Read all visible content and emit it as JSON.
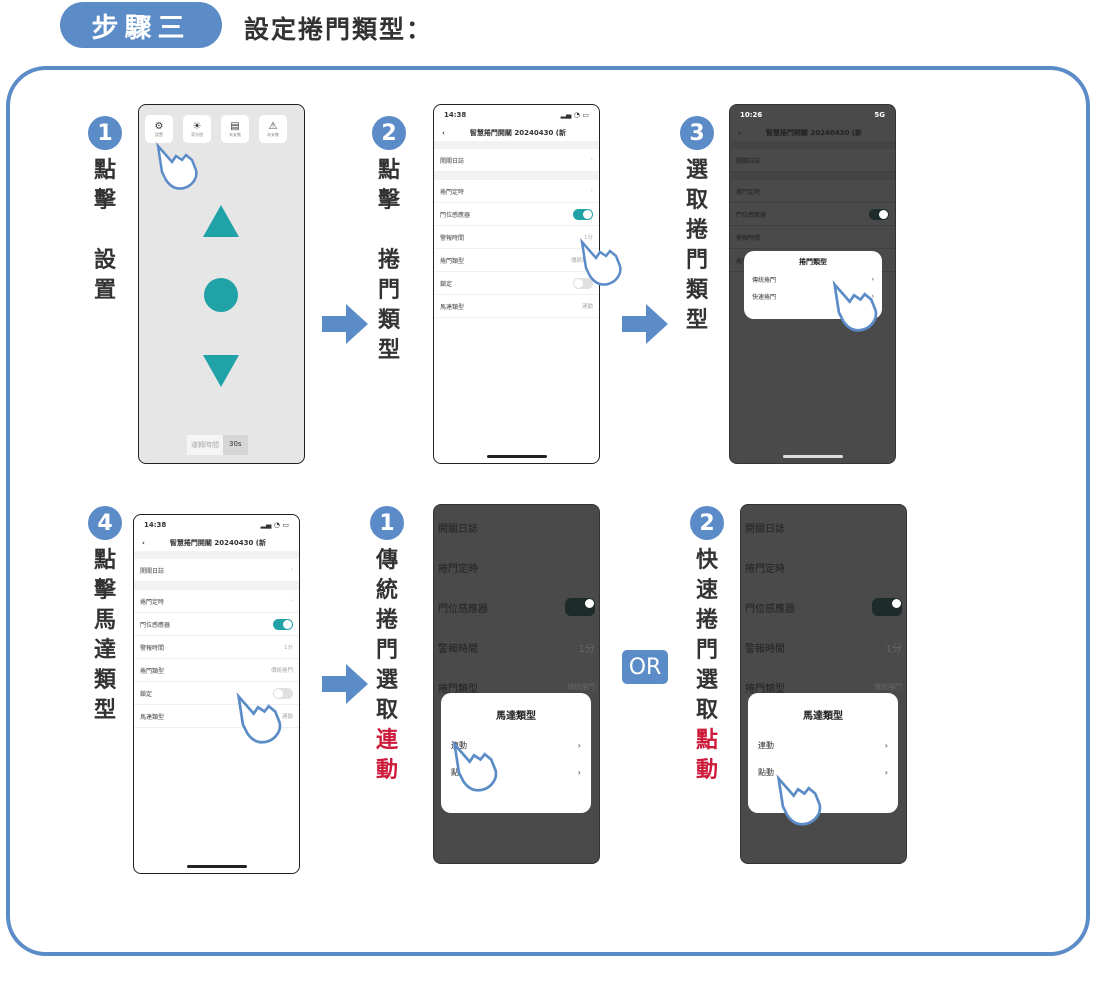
{
  "header": {
    "step": "步驟三",
    "title": "設定捲門類型："
  },
  "colors": {
    "accent": "#5b8cc8",
    "highlight": "#cc1a3a",
    "toggle": "#21a2a7"
  },
  "steps": {
    "s1": {
      "num": "1",
      "label": [
        "點",
        "擊",
        "",
        "設",
        "置"
      ]
    },
    "s2": {
      "num": "2",
      "label": [
        "點",
        "擊",
        "",
        "捲",
        "門",
        "類",
        "型"
      ]
    },
    "s3": {
      "num": "3",
      "label": [
        "選",
        "取",
        "捲",
        "門",
        "類",
        "型"
      ]
    },
    "s4": {
      "num": "4",
      "label": [
        "點",
        "擊",
        "馬",
        "達",
        "類",
        "型"
      ]
    },
    "o1": {
      "num": "1",
      "label_main": [
        "傳",
        "統",
        "捲",
        "門",
        "選",
        "取"
      ],
      "label_red": [
        "連",
        "動"
      ]
    },
    "o2": {
      "num": "2",
      "label_main": [
        "快",
        "速",
        "捲",
        "門",
        "選",
        "取"
      ],
      "label_red": [
        "點",
        "動"
      ]
    }
  },
  "or_label": "OR",
  "phone1": {
    "buttons": [
      {
        "icon": "gear-icon",
        "label": "設置"
      },
      {
        "icon": "brightness-icon",
        "label": "背光燈"
      },
      {
        "icon": "door-icon",
        "label": "未安裝"
      },
      {
        "icon": "alarm-icon",
        "label": "未安裝"
      }
    ],
    "delay_label": "運轉時間",
    "delay_value": "30s"
  },
  "settings": {
    "time_a": "14:38",
    "time_b": "10:26",
    "title": "智慧捲門開關 20240430 (新",
    "rows": {
      "log": "開關日誌",
      "timer": "捲門定時",
      "sensor": "門位感應器",
      "alarm": "警報時間",
      "alarm_value": "1分",
      "type": "捲門類型",
      "type_value": "傳統捲門",
      "lock": "鎖定",
      "motor": "馬達類型",
      "motor_value": "連動"
    },
    "network": "5G"
  },
  "modal_door": {
    "title": "捲門類型",
    "options": [
      "傳統捲門",
      "快速捲門"
    ]
  },
  "modal_motor": {
    "title": "馬達類型",
    "options": [
      "連動",
      "點動"
    ]
  }
}
